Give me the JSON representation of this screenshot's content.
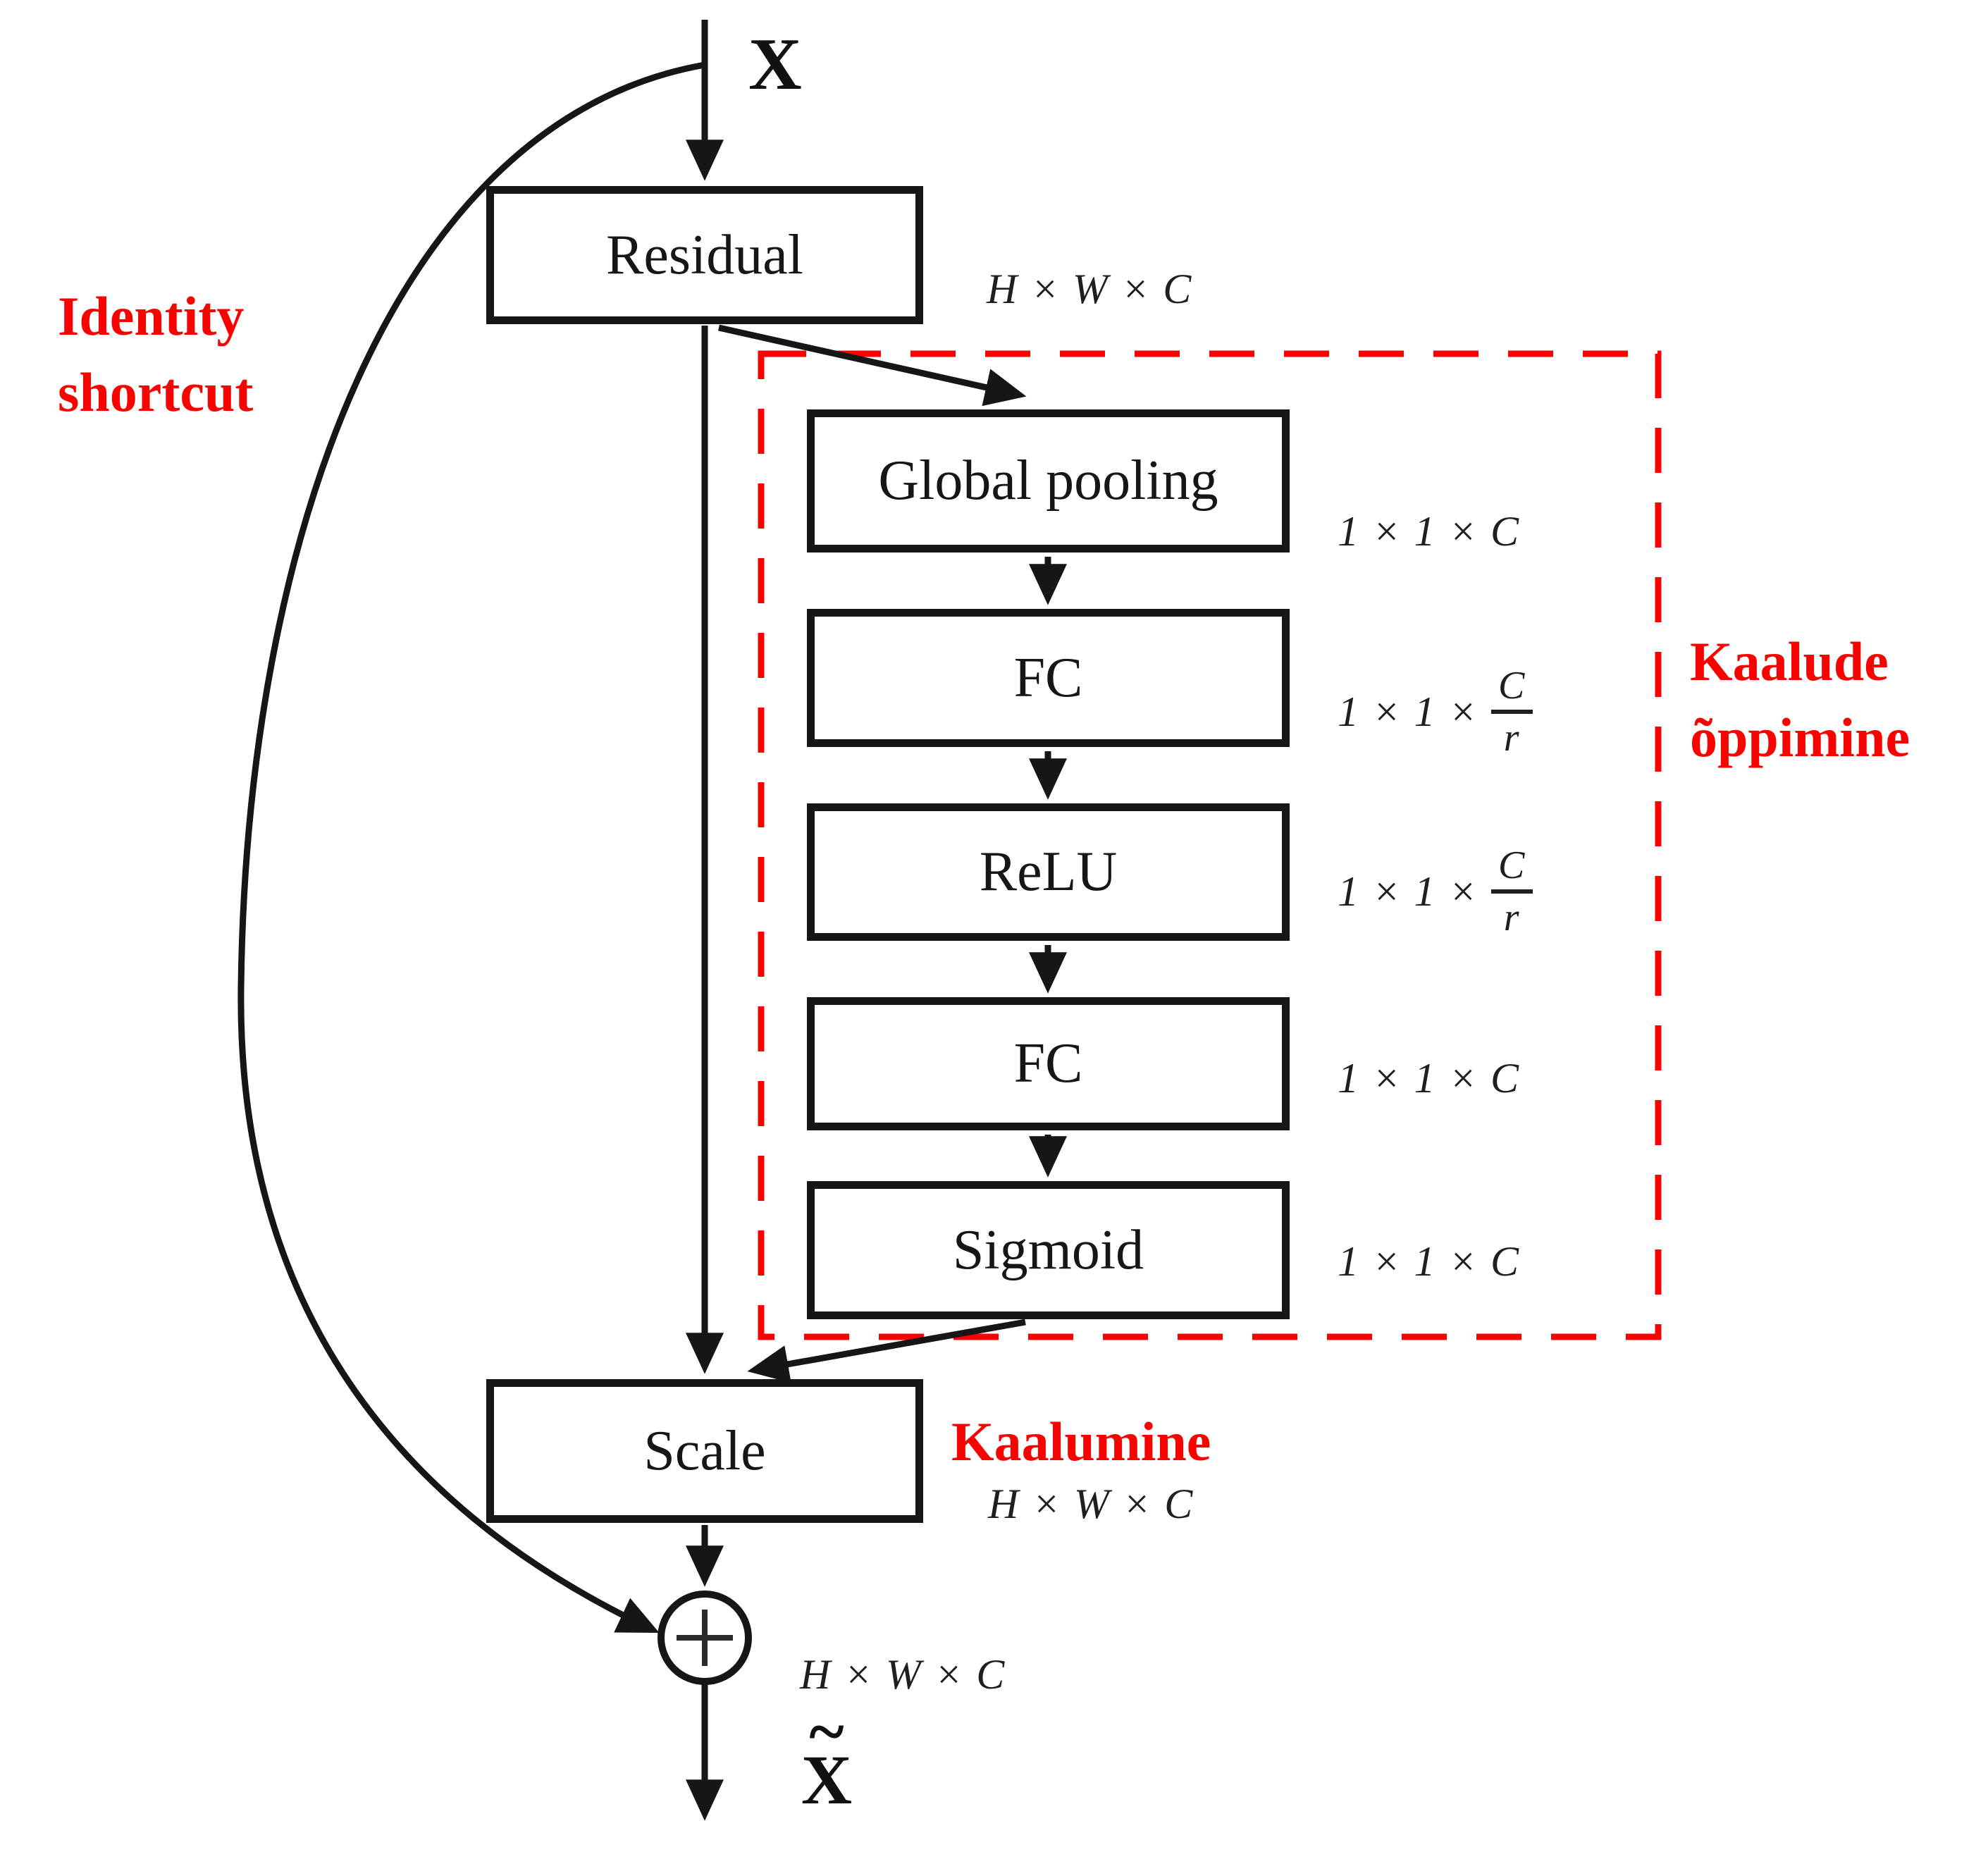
{
  "labels": {
    "input": "X",
    "output_accent": "~",
    "output_base": "X",
    "identity_line1": "Identity",
    "identity_line2": "shortcut",
    "weights_line1": "Kaalude",
    "weights_line2": "õppimine",
    "weighting": "Kaalumine"
  },
  "nodes": {
    "residual": {
      "label": "Residual",
      "dim": "H × W × C"
    },
    "global_pooling": {
      "label": "Global pooling",
      "dim": "1 × 1 × C"
    },
    "fc1": {
      "label": "FC",
      "dim_prefix": "1 × 1 ×",
      "frac_num": "C",
      "frac_den": "r"
    },
    "relu": {
      "label": "ReLU",
      "dim_prefix": "1 × 1 ×",
      "frac_num": "C",
      "frac_den": "r"
    },
    "fc2": {
      "label": "FC",
      "dim": "1 × 1 × C"
    },
    "sigmoid": {
      "label": "Sigmoid",
      "dim": "1 × 1 × C"
    },
    "scale": {
      "label": "Scale",
      "dim": "H × W × C"
    },
    "sum": {
      "dim": "H × W × C"
    }
  },
  "icons": {
    "sum": "plus-circle-icon"
  },
  "colors": {
    "ink": "#161616",
    "annotation_red": "#f70400"
  }
}
